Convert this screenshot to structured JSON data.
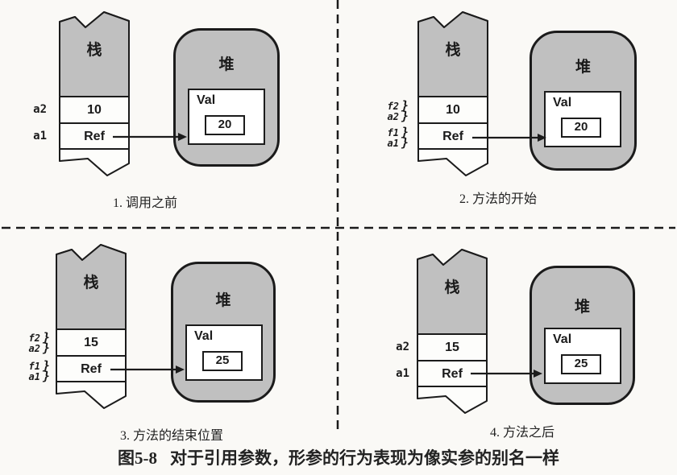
{
  "figure": {
    "caption_label": "图5-8",
    "caption_text": "对于引用参数，形参的行为表现为像实参的别名一样"
  },
  "colors": {
    "paper": "#faf9f6",
    "ink": "#1b1b1b",
    "gray-fill": "#c0c0c0",
    "caption-ink": "#222222"
  },
  "glyphs": {
    "brace": "}"
  },
  "panels": [
    {
      "caption": "1. 调用之前",
      "stack": {
        "title": "栈",
        "left_labels": [
          "a2",
          "a1"
        ],
        "rows": [
          {
            "value": "10"
          },
          {
            "value": "Ref"
          }
        ]
      },
      "heap": {
        "title": "堆",
        "field_label": "Val",
        "field_value": "20"
      }
    },
    {
      "caption": "2. 方法的开始",
      "stack": {
        "title": "栈",
        "left_labels": [
          "f2",
          "a2",
          "f1",
          "a1"
        ],
        "rows": [
          {
            "value": "10"
          },
          {
            "value": "Ref"
          }
        ]
      },
      "heap": {
        "title": "堆",
        "field_label": "Val",
        "field_value": "20"
      }
    },
    {
      "caption": "3. 方法的结束位置",
      "stack": {
        "title": "栈",
        "left_labels": [
          "f2",
          "a2",
          "f1",
          "a1"
        ],
        "rows": [
          {
            "value": "15"
          },
          {
            "value": "Ref"
          }
        ]
      },
      "heap": {
        "title": "堆",
        "field_label": "Val",
        "field_value": "25"
      }
    },
    {
      "caption": "4. 方法之后",
      "stack": {
        "title": "栈",
        "left_labels": [
          "a2",
          "a1"
        ],
        "rows": [
          {
            "value": "15"
          },
          {
            "value": "Ref"
          }
        ]
      },
      "heap": {
        "title": "堆",
        "field_label": "Val",
        "field_value": "25"
      }
    }
  ]
}
